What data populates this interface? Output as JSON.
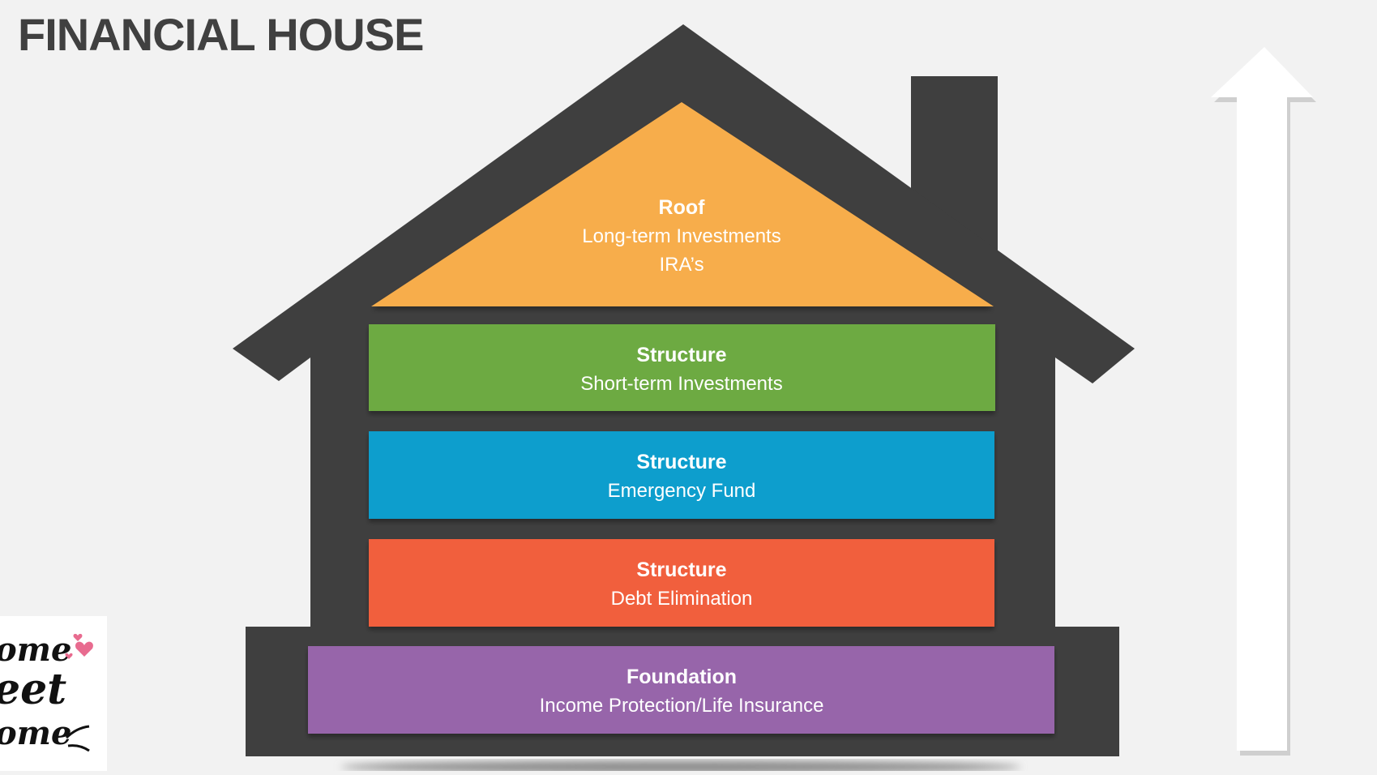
{
  "title": "FINANCIAL HOUSE",
  "colors": {
    "background": "#f2f2f2",
    "house": "#3f3f3f",
    "roof": "#f7ad4c",
    "short_term": "#6daa43",
    "emergency": "#0a9ecd",
    "debt": "#f15e3c",
    "foundation": "#9765aa",
    "arrow": "#ffffff"
  },
  "layers": {
    "roof": {
      "title": "Roof",
      "line1": "Long-term Investments",
      "line2": "IRA’s"
    },
    "short_term": {
      "title": "Structure",
      "line1": "Short-term Investments"
    },
    "emergency": {
      "title": "Structure",
      "line1": "Emergency Fund"
    },
    "debt": {
      "title": "Structure",
      "line1": "Debt Elimination"
    },
    "foundation": {
      "title": "Foundation",
      "line1": "Income Protection/Life Insurance"
    }
  },
  "logo": {
    "line1": "ome",
    "line2": "eet",
    "line3": "ome"
  }
}
